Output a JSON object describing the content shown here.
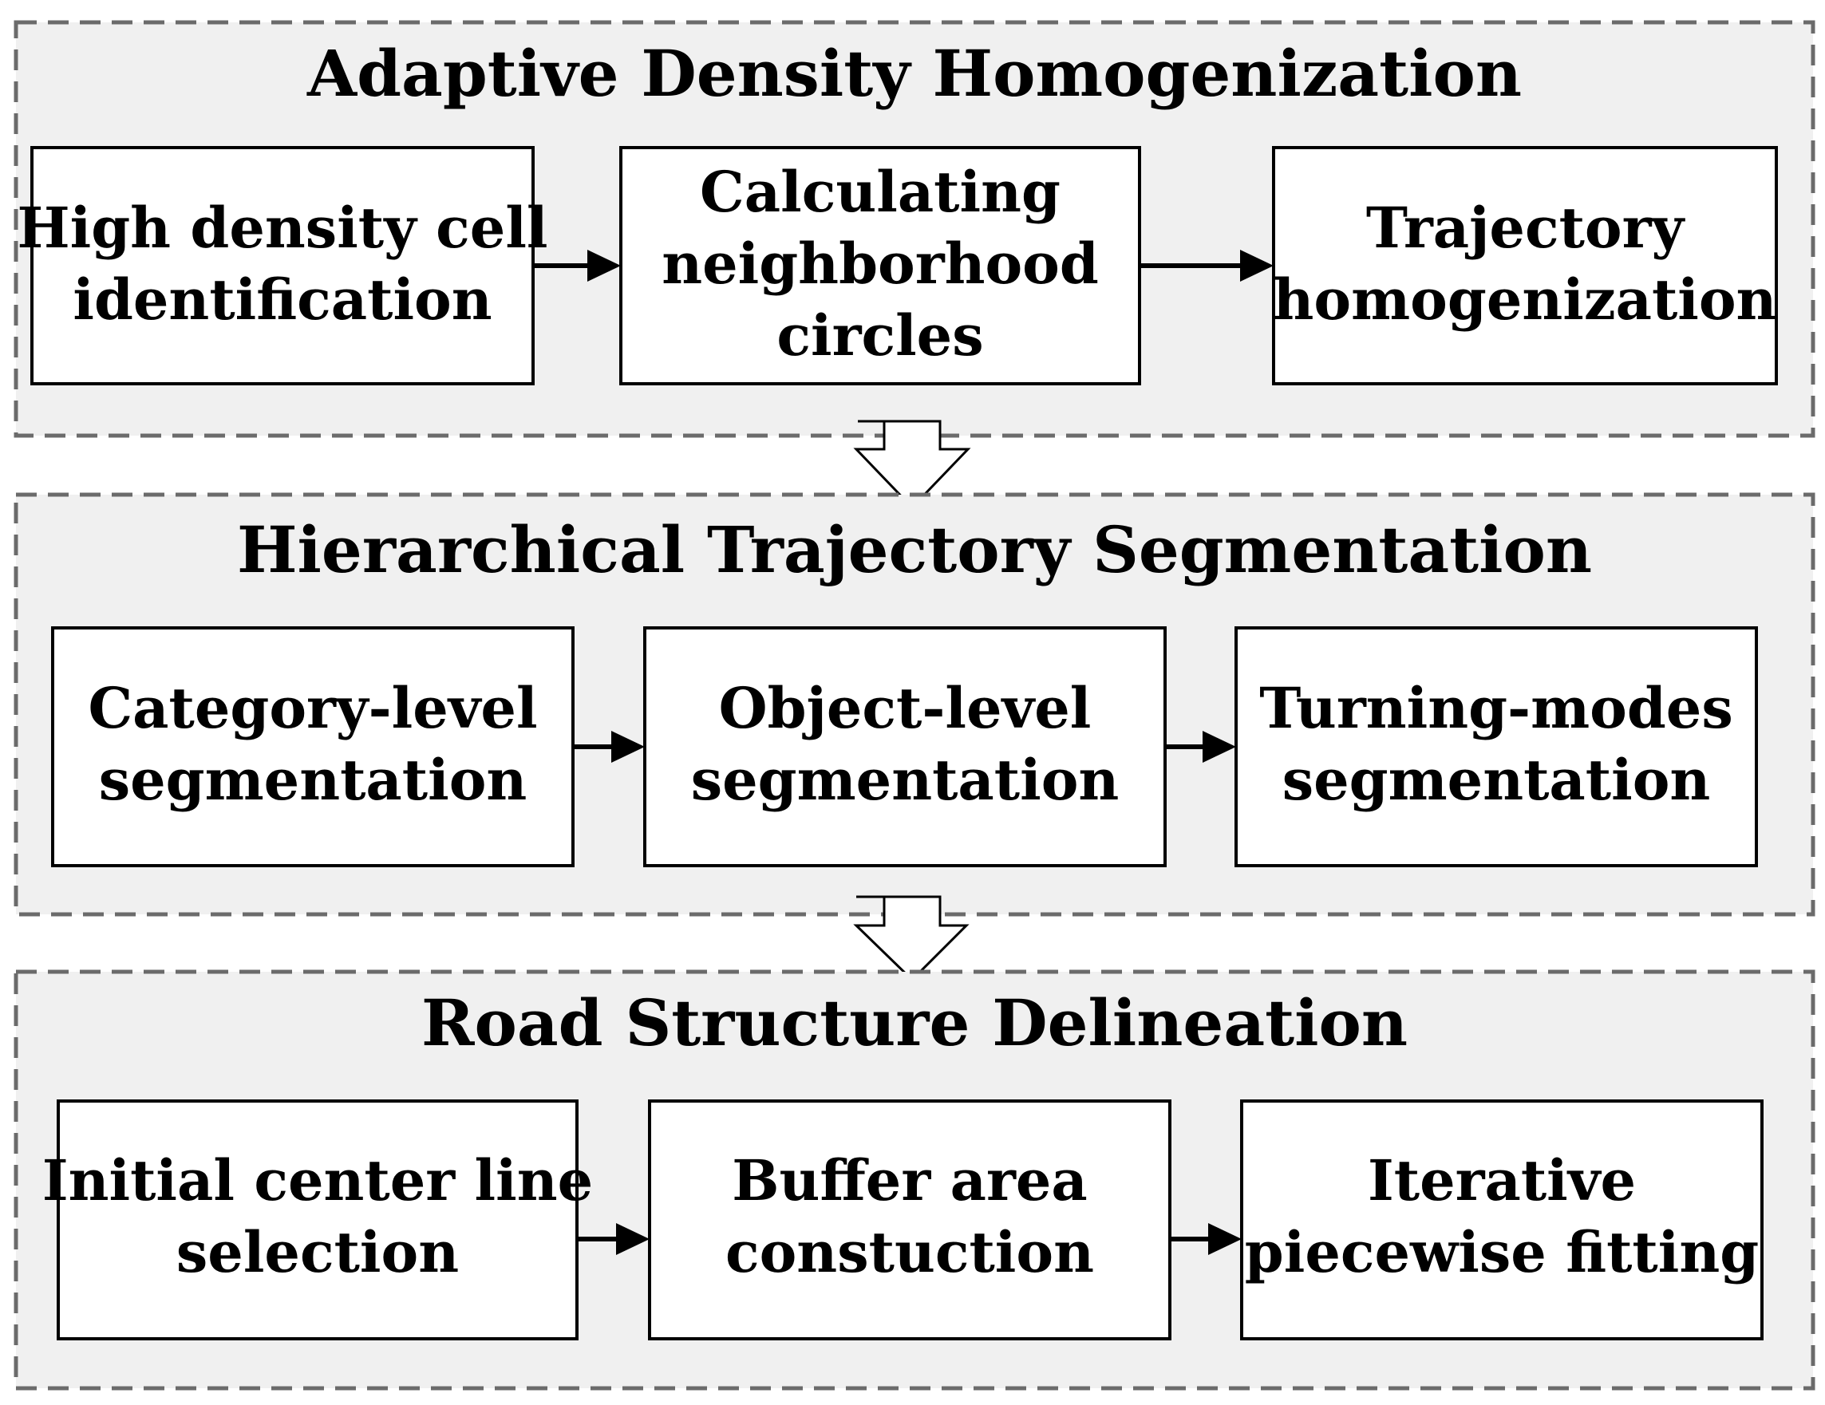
{
  "panels": [
    {
      "title": "Adaptive Density Homogenization",
      "steps": [
        {
          "lines": [
            "High density cell",
            "identification"
          ]
        },
        {
          "lines": [
            "Calculating",
            "neighborhood",
            "circles"
          ]
        },
        {
          "lines": [
            "Trajectory",
            "homogenization"
          ]
        }
      ]
    },
    {
      "title": "Hierarchical Trajectory Segmentation",
      "steps": [
        {
          "lines": [
            "Category-level",
            "segmentation"
          ]
        },
        {
          "lines": [
            "Object-level",
            "segmentation"
          ]
        },
        {
          "lines": [
            "Turning-modes",
            "segmentation"
          ]
        }
      ]
    },
    {
      "title": "Road Structure Delineation",
      "steps": [
        {
          "lines": [
            "Initial center line",
            "selection"
          ]
        },
        {
          "lines": [
            "Buffer area",
            "constuction"
          ]
        },
        {
          "lines": [
            "Iterative",
            "piecewise fitting"
          ]
        }
      ]
    }
  ],
  "colors": {
    "panel_fill": "#f0f0f0",
    "panel_border": "#6b6b6b",
    "box_fill": "#ffffff",
    "stroke": "#000000"
  }
}
